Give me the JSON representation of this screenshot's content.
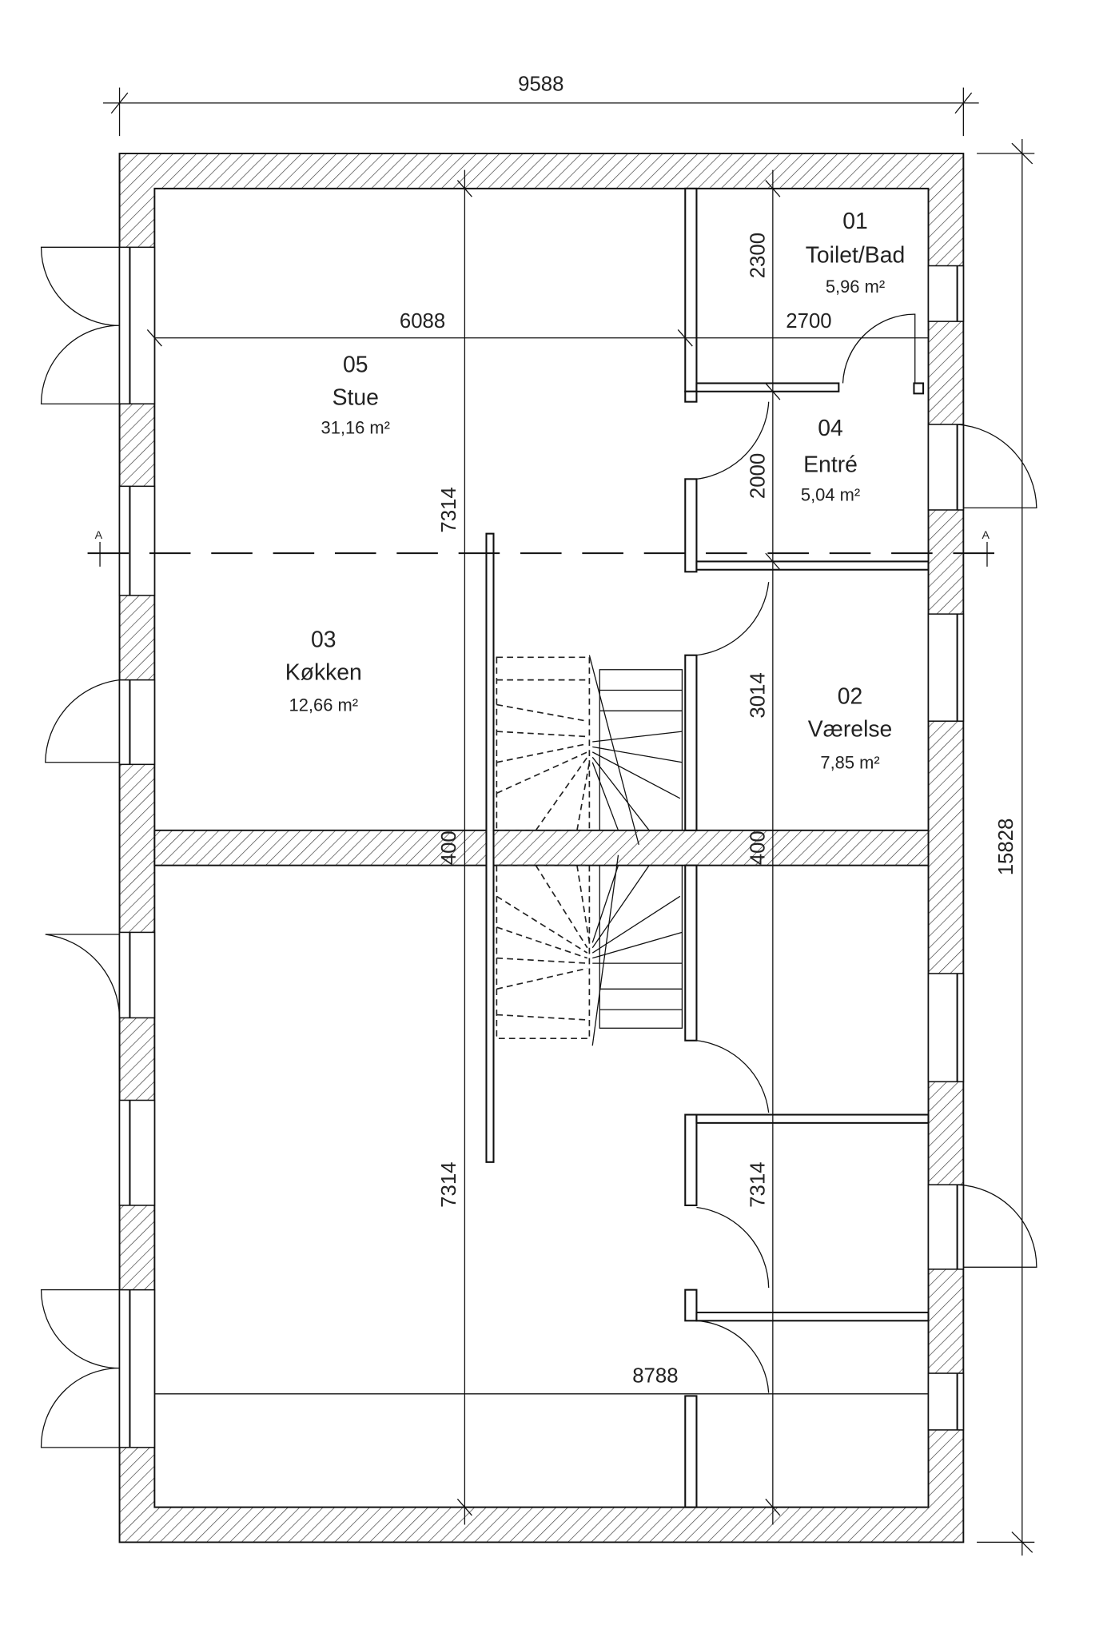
{
  "dimensions": {
    "overall_width": "9588",
    "overall_depth": "15828",
    "stue_width": "6088",
    "bad_width": "2700",
    "upper_depth": "7314",
    "lower_depth": "7314",
    "lower_right_depth": "7314",
    "bad_depth": "2300",
    "entre_depth": "2000",
    "vaerelse_depth": "3014",
    "wall_left": "400",
    "wall_right": "400",
    "lower_width": "8788"
  },
  "section_marker": {
    "left": "A",
    "right": "A"
  },
  "rooms": [
    {
      "number": "01",
      "name": "Toilet/Bad",
      "area": "5,96 m²"
    },
    {
      "number": "02",
      "name": "Værelse",
      "area": "7,85 m²"
    },
    {
      "number": "03",
      "name": "Køkken",
      "area": "12,66 m²"
    },
    {
      "number": "04",
      "name": "Entré",
      "area": "5,04 m²"
    },
    {
      "number": "05",
      "name": "Stue",
      "area": "31,16 m²"
    }
  ]
}
